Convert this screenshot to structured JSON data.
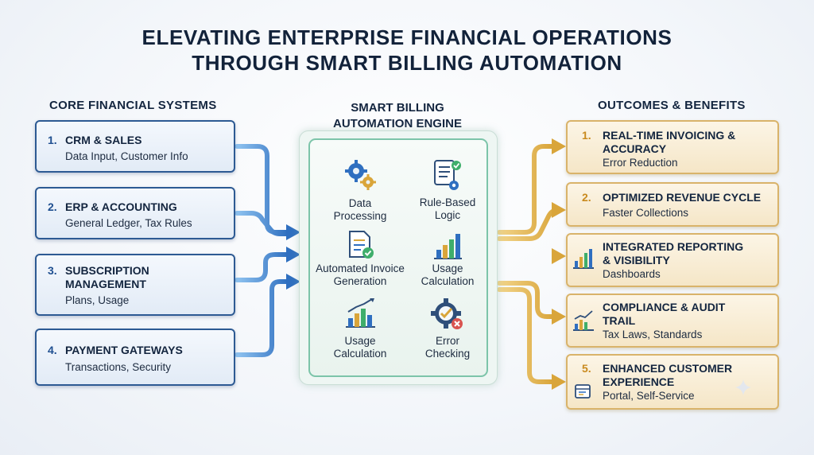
{
  "title": {
    "line1": "ELEVATING ENTERPRISE FINANCIAL OPERATIONS",
    "line2": "THROUGH SMART BILLING AUTOMATION"
  },
  "left": {
    "heading": "CORE FINANCIAL SYSTEMS",
    "items": [
      {
        "num": "1.",
        "title": "CRM & SALES",
        "sub": "Data Input, Customer Info"
      },
      {
        "num": "2.",
        "title": "ERP & ACCOUNTING",
        "sub": "General Ledger, Tax Rules"
      },
      {
        "num": "3.",
        "title_line1": "SUBSCRIPTION",
        "title_line2": "MANAGEMENT",
        "sub": "Plans, Usage"
      },
      {
        "num": "4.",
        "title": "PAYMENT GATEWAYS",
        "sub": "Transactions, Security"
      }
    ]
  },
  "engine": {
    "heading_line1": "SMART BILLING",
    "heading_line2": "AUTOMATION ENGINE",
    "cells": [
      {
        "line1": "Data",
        "line2": "Processing",
        "icon": "gears-icon"
      },
      {
        "line1": "Rule-Based",
        "line2": "Logic",
        "icon": "checklist-gear-icon"
      },
      {
        "line1": "Automated Invoice",
        "line2": "Generation",
        "icon": "invoice-check-icon"
      },
      {
        "line1": "Usage",
        "line2": "Calculation",
        "icon": "bar-chart-icon"
      },
      {
        "line1": "Usage",
        "line2": "Calculation",
        "icon": "growth-chart-icon"
      },
      {
        "line1": "Error",
        "line2": "Checking",
        "icon": "gear-check-icon"
      }
    ]
  },
  "right": {
    "heading": "OUTCOMES & BENEFITS",
    "items": [
      {
        "num": "1.",
        "title_line1": "REAL-TIME INVOICING &",
        "title_line2": "ACCURACY",
        "sub": "Error Reduction"
      },
      {
        "num": "2.",
        "title": "OPTIMIZED REVENUE CYCLE",
        "sub": "Faster Collections"
      },
      {
        "title_line1": "INTEGRATED REPORTING",
        "title_line2": "& VISIBILITY",
        "sub": "Dashboards",
        "icon": "report-chart-icon"
      },
      {
        "title_line1": "COMPLIANCE & AUDIT",
        "title_line2": "TRAIL",
        "sub": "Tax Laws, Standards",
        "icon": "audit-chart-icon"
      },
      {
        "num": "5.",
        "title_line1": "ENHANCED CUSTOMER",
        "title_line2": "EXPERIENCE",
        "sub": "Portal, Self-Service",
        "icon": "portal-icon"
      }
    ]
  },
  "colors": {
    "left_border": "#2d5a93",
    "engine_border": "#7cc4a9",
    "right_border": "#d9b36a",
    "blue_arrow": "#2f6fc0",
    "gold_arrow": "#d9a53a"
  }
}
